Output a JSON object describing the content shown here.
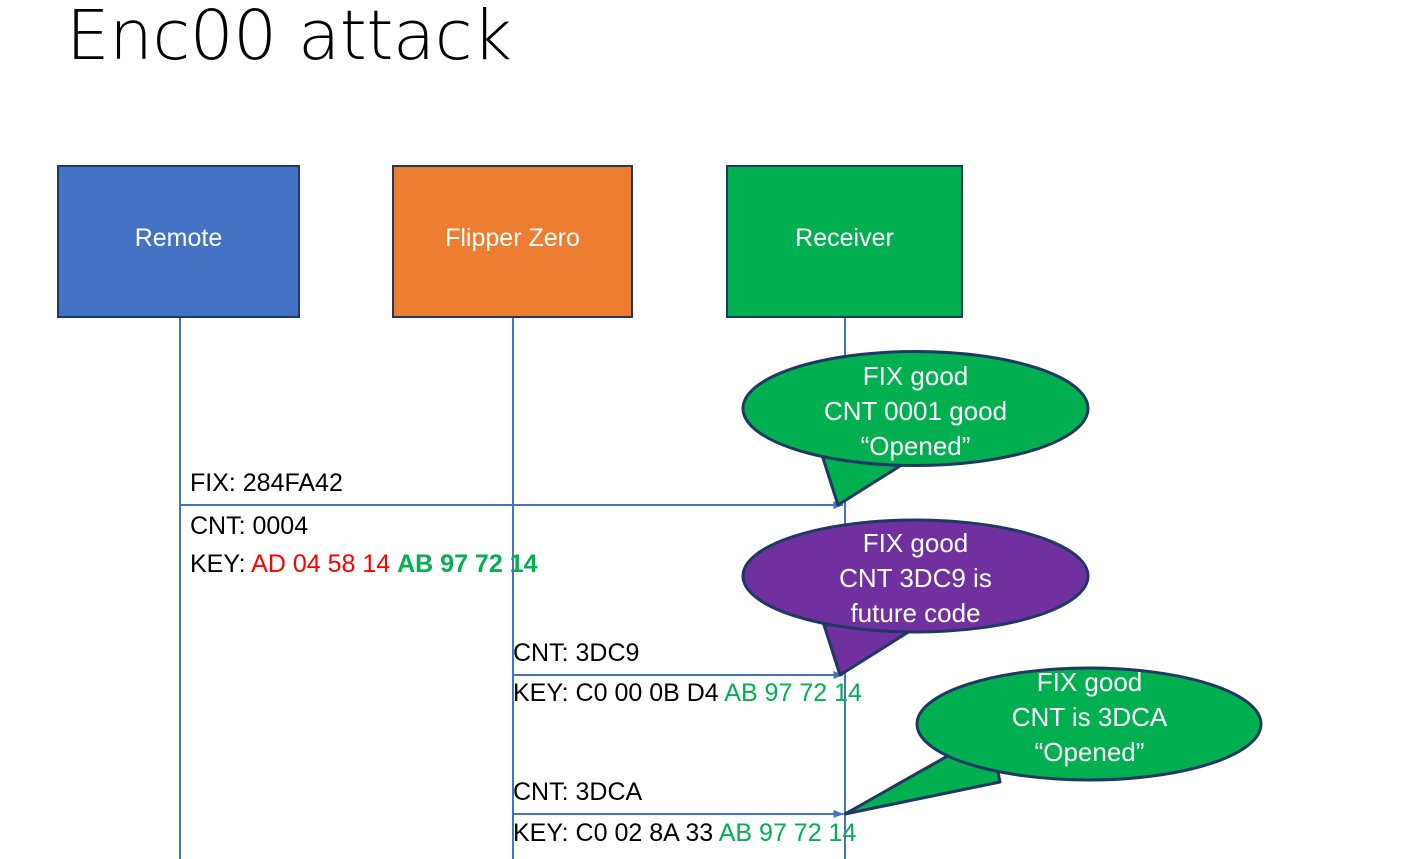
{
  "slide": {
    "title": "Enc00 attack",
    "background_color": "#FFFFFF"
  },
  "colors": {
    "remote_blue": "#4472C4",
    "flipper_orange": "#ED7D31",
    "receiver_green": "#00B050",
    "callout_purple": "#7030A0",
    "box_border": "#1F3864",
    "lifeline": "#4472C4",
    "key_red": "#FF0000",
    "key_green": "#00B050",
    "text_black": "#000000",
    "text_white": "#FFFFFF"
  },
  "actors": [
    {
      "id": "remote",
      "label": "Remote",
      "color": "#4472C4"
    },
    {
      "id": "flipper",
      "label": "Flipper Zero",
      "color": "#ED7D31"
    },
    {
      "id": "receiver",
      "label": "Receiver",
      "color": "#00B050"
    }
  ],
  "messages": [
    {
      "id": "msg-1",
      "from": "remote",
      "to": "receiver",
      "label_line1": "FIX: 284FA42",
      "label_line2": "CNT: 0004",
      "key_prefix": "KEY: ",
      "key_first": "AD 04 58 14",
      "key_first_color": "#FF0000",
      "key_second": "AB 97 72 14",
      "key_second_color": "#00B050"
    },
    {
      "id": "msg-2",
      "from": "flipper",
      "to": "receiver",
      "label_line1": "CNT: 3DC9",
      "key_prefix": "KEY: ",
      "key_first": "C0 00 0B D4",
      "key_first_color": "#000000",
      "key_second": "AB 97 72 14",
      "key_second_color": "#00B050"
    },
    {
      "id": "msg-3",
      "from": "flipper",
      "to": "receiver",
      "label_line1": "CNT: 3DCA",
      "key_prefix": "KEY: ",
      "key_first": "C0 02 8A 33",
      "key_first_color": "#000000",
      "key_second": "AB 97 72 14",
      "key_second_color": "#00B050"
    }
  ],
  "callouts": [
    {
      "id": "callout-1",
      "color": "#00B050",
      "line1": "FIX good",
      "line2": "CNT 0001 good",
      "line3": "“Opened”"
    },
    {
      "id": "callout-2",
      "color": "#7030A0",
      "line1": "FIX good",
      "line2": "CNT 3DC9 is",
      "line3": "future code"
    },
    {
      "id": "callout-3",
      "color": "#00B050",
      "line1": "FIX good",
      "line2": "CNT is 3DCA",
      "line3": "“Opened”"
    }
  ]
}
